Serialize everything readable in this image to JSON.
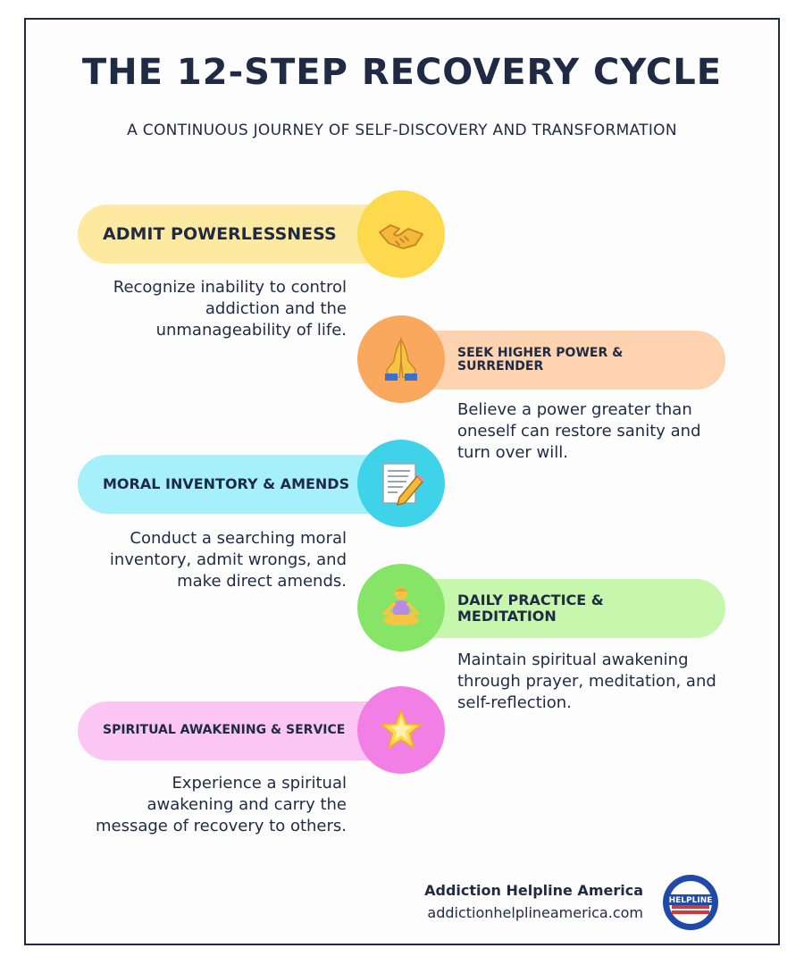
{
  "header": {
    "title": "THE 12-STEP RECOVERY CYCLE",
    "subtitle": "A CONTINUOUS JOURNEY OF SELF-DISCOVERY AND TRANSFORMATION"
  },
  "steps": [
    {
      "label": "ADMIT POWERLESSNESS",
      "description": "Recognize inability to control addiction and the unmanageability of life.",
      "icon": "handshake-icon",
      "pill_color": "#fdeaa0",
      "circle_color": "#fcd94d"
    },
    {
      "label": "SEEK HIGHER POWER & SURRENDER",
      "description": "Believe a power greater than oneself can restore sanity and turn over will.",
      "icon": "praying-hands-icon",
      "pill_color": "#fdd3b0",
      "circle_color": "#f9a85d"
    },
    {
      "label": "MORAL INVENTORY & AMENDS",
      "description": "Conduct a searching moral inventory, admit wrongs, and make direct amends.",
      "icon": "memo-pencil-icon",
      "pill_color": "#a6f0fb",
      "circle_color": "#3fd3ea"
    },
    {
      "label": "DAILY PRACTICE & MEDITATION",
      "description": "Maintain spiritual awakening through prayer, meditation, and self-reflection.",
      "icon": "meditation-icon",
      "pill_color": "#c6f7ad",
      "circle_color": "#86e566"
    },
    {
      "label": "SPIRITUAL AWAKENING & SERVICE",
      "description": "Experience a spiritual awakening and carry the message of recovery to others.",
      "icon": "glowing-star-icon",
      "pill_color": "#fbc5f4",
      "circle_color": "#f27fe6"
    }
  ],
  "footer": {
    "organization": "Addiction Helpline America",
    "website": "addictionhelplineamerica.com",
    "logo_text": "HELPLINE"
  },
  "colors": {
    "text": "#1f2a44",
    "border": "#1f2a44"
  }
}
